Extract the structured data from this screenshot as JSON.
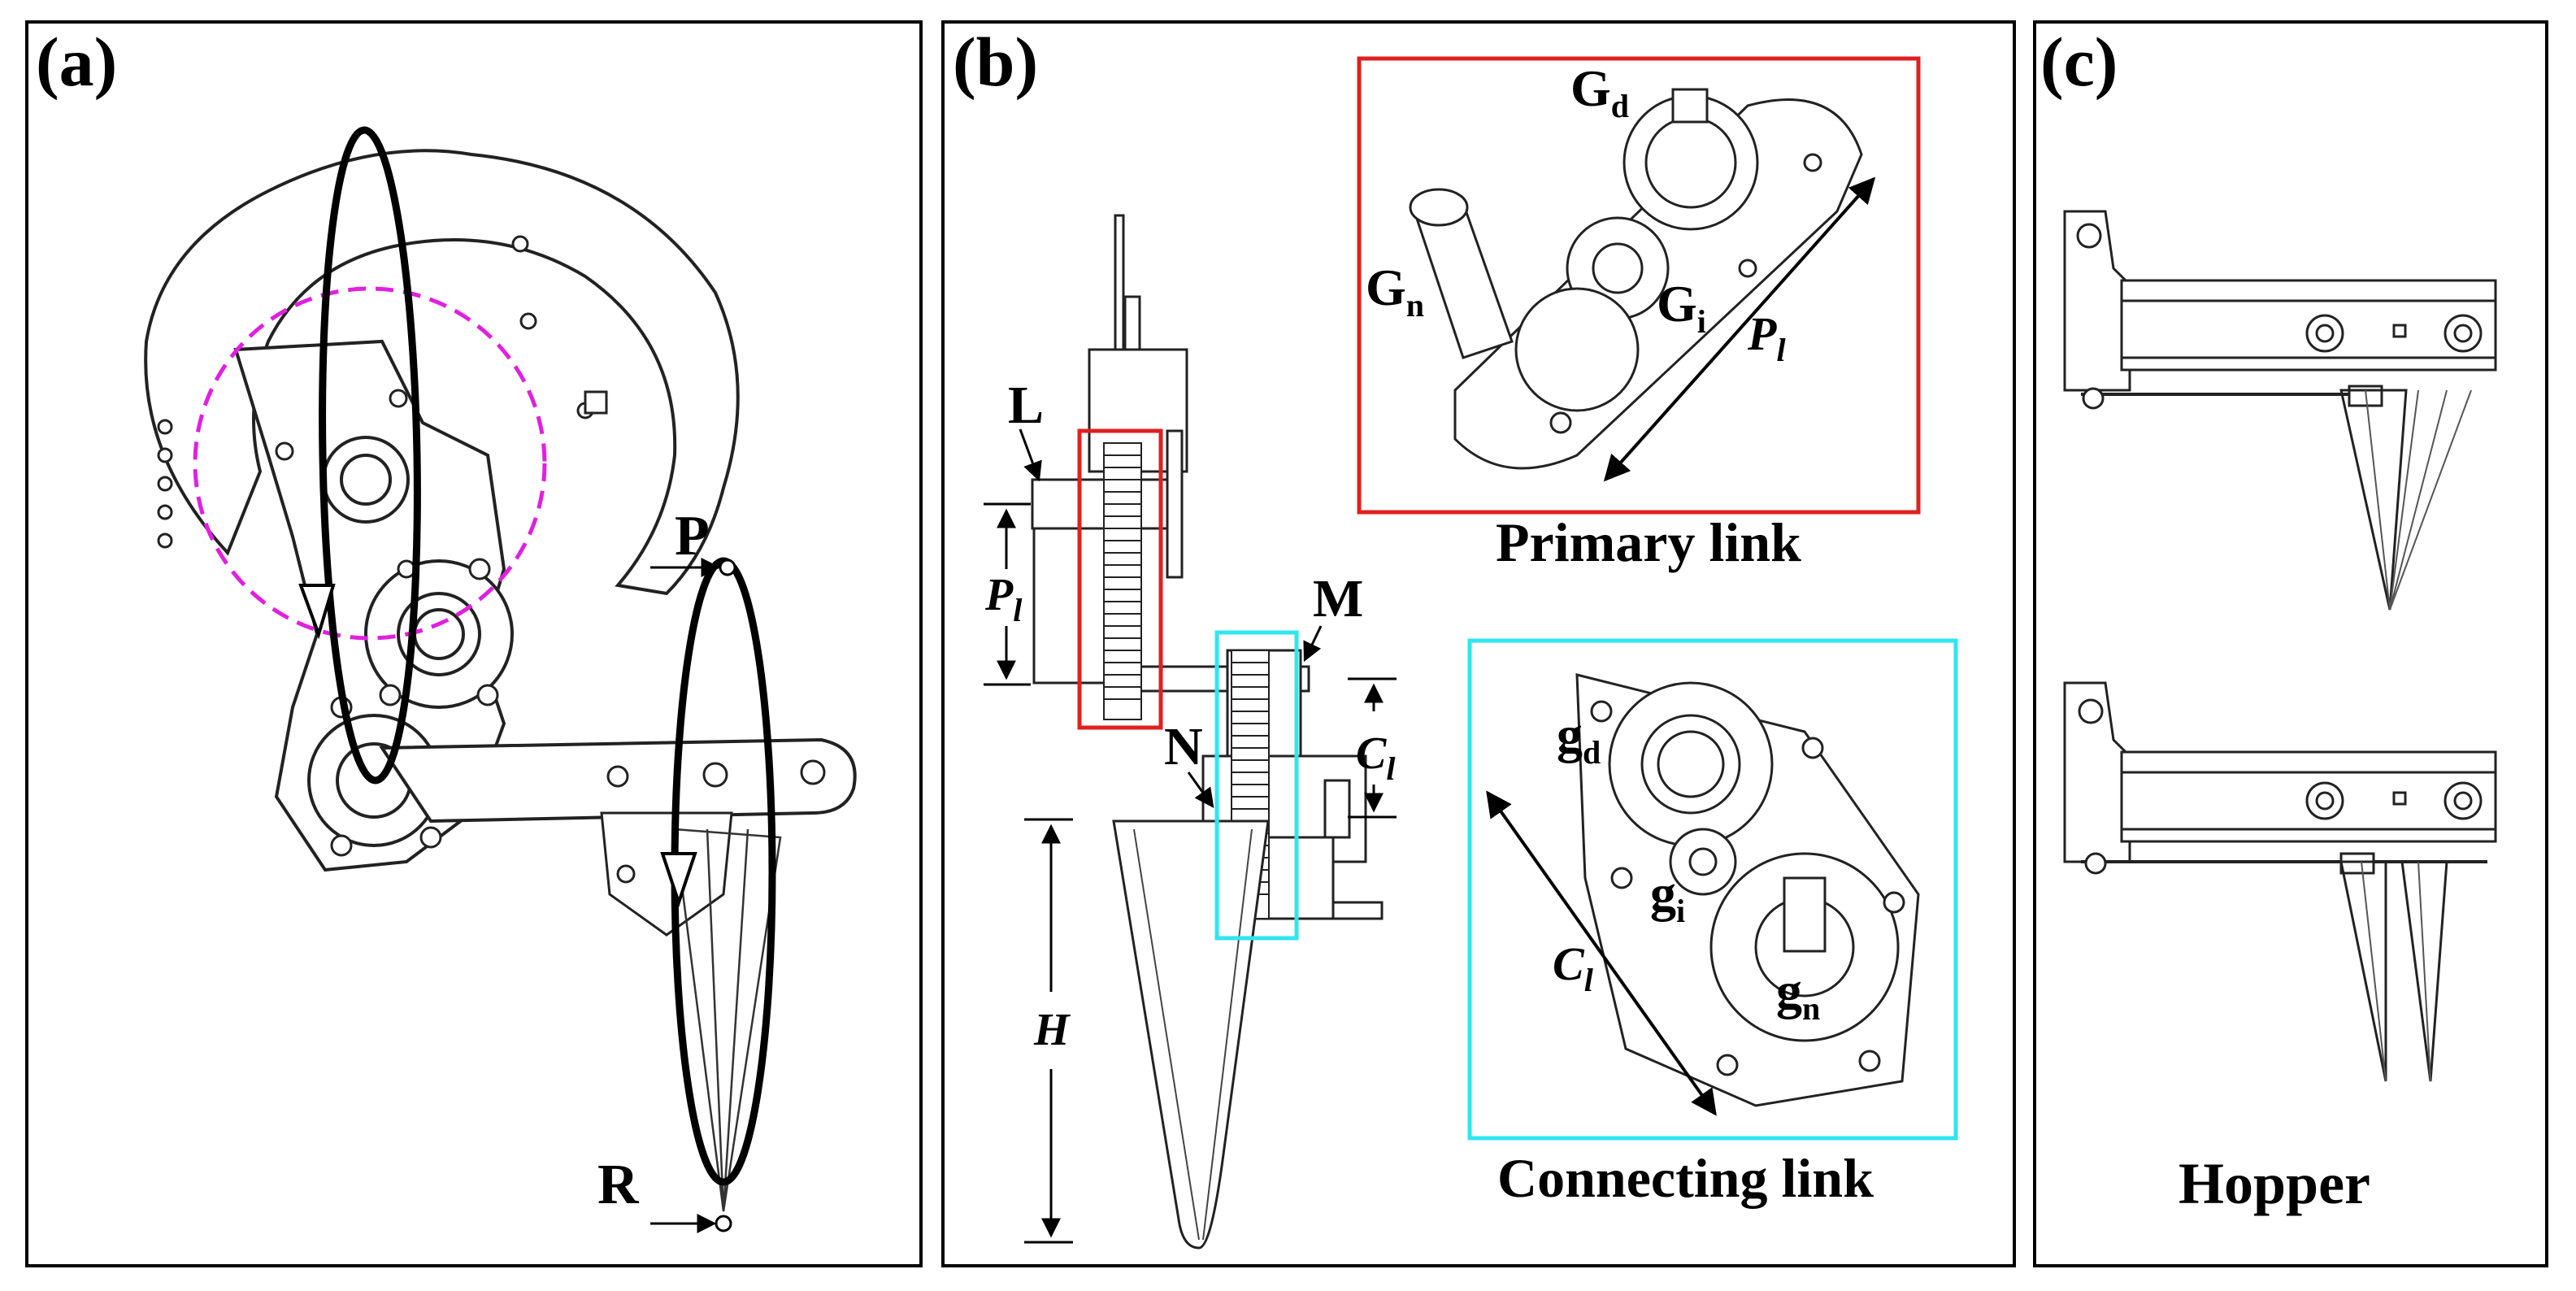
{
  "panels": {
    "a": {
      "tag": "(a)",
      "point_p": "P",
      "point_r": "R"
    },
    "b": {
      "tag": "(b)",
      "L": "L",
      "M": "M",
      "N": "N",
      "Pl_main": "P",
      "Pl_sub": "l",
      "Cl_main": "C",
      "Cl_sub": "l",
      "H": "H",
      "primary": {
        "title": "Primary link",
        "Gd_main": "G",
        "Gd_sub": "d",
        "Gn_main": "G",
        "Gn_sub": "n",
        "Gi_main": "G",
        "Gi_sub": "i",
        "Pl_main": "P",
        "Pl_sub": "l"
      },
      "connecting": {
        "title": "Connecting link",
        "gd_main": "g",
        "gd_sub": "d",
        "gi_main": "g",
        "gi_sub": "i",
        "gn_main": "g",
        "gn_sub": "n",
        "Cl_main": "C",
        "Cl_sub": "l"
      }
    },
    "c": {
      "tag": "(c)",
      "title": "Hopper"
    }
  },
  "colors": {
    "primary_box": "#e02020",
    "connecting_box": "#2ee6ee",
    "dashed_circle": "#e020e0",
    "lines": "#000000"
  }
}
